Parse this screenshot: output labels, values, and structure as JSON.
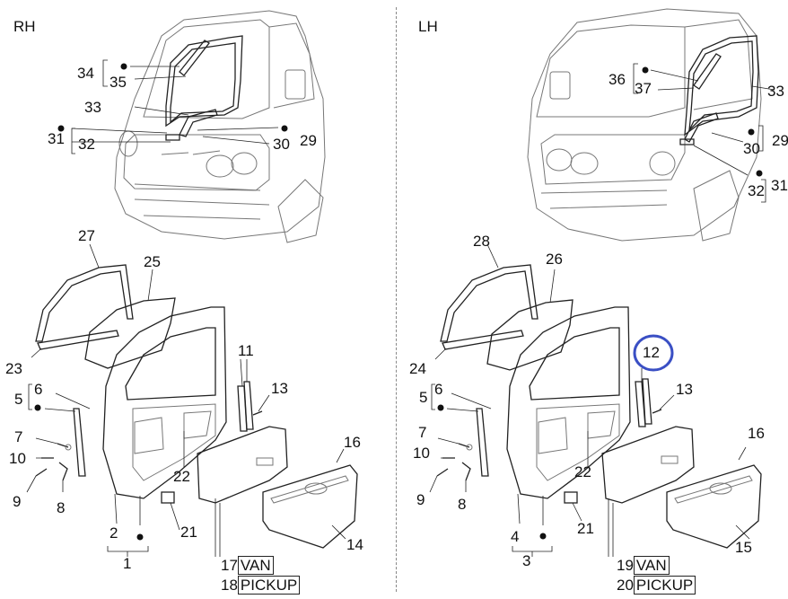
{
  "panels": {
    "rh": {
      "side": "RH",
      "labels": {
        "l34": "34",
        "l35": "35",
        "l33": "33",
        "l31": "31",
        "l32": "32",
        "l30": "30",
        "l29": "29",
        "l27": "27",
        "l25": "25",
        "l23": "23",
        "l5": "5",
        "l6": "6",
        "l11": "11",
        "l13": "13",
        "l7": "7",
        "l10": "10",
        "l9": "9",
        "l8": "8",
        "l22": "22",
        "l16": "16",
        "l2": "2",
        "l1": "1",
        "l21": "21",
        "l14": "14"
      },
      "variant_a": {
        "num": "17",
        "text": "VAN"
      },
      "variant_b": {
        "num": "18",
        "text": "PICKUP"
      }
    },
    "lh": {
      "side": "LH",
      "labels": {
        "l36": "36",
        "l37": "37",
        "l33": "33",
        "l29": "29",
        "l30": "30",
        "l32": "32",
        "l31": "31",
        "l28": "28",
        "l26": "26",
        "l24": "24",
        "l12": "12",
        "l5": "5",
        "l6": "6",
        "l13": "13",
        "l7": "7",
        "l10": "10",
        "l9": "9",
        "l8": "8",
        "l22": "22",
        "l16": "16",
        "l4": "4",
        "l3": "3",
        "l21": "21",
        "l15": "15"
      },
      "variant_a": {
        "num": "19",
        "text": "VAN"
      },
      "variant_b": {
        "num": "20",
        "text": "PICKUP"
      }
    }
  },
  "highlight": {
    "part": "12",
    "color": "#3a4fc4"
  }
}
